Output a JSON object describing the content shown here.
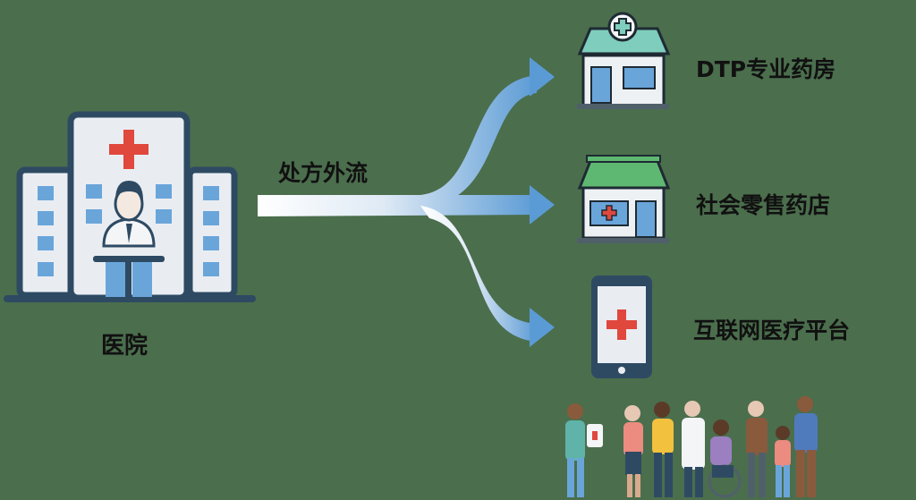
{
  "source": {
    "label": "医院",
    "icon": "hospital-icon"
  },
  "flow": {
    "label": "处方外流"
  },
  "targets": [
    {
      "label": "DTP专业药房",
      "icon": "pharmacy-store-icon"
    },
    {
      "label": "社会零售药店",
      "icon": "retail-drugstore-icon"
    },
    {
      "label": "互联网医疗平台",
      "icon": "mobile-phone-medical-icon"
    }
  ],
  "people_icon": "patients-group-icon",
  "colors": {
    "background": "#4b6e4d",
    "arrow": "#5b9bd5",
    "cross": "#e0473d",
    "outline": "#2e4a63"
  }
}
